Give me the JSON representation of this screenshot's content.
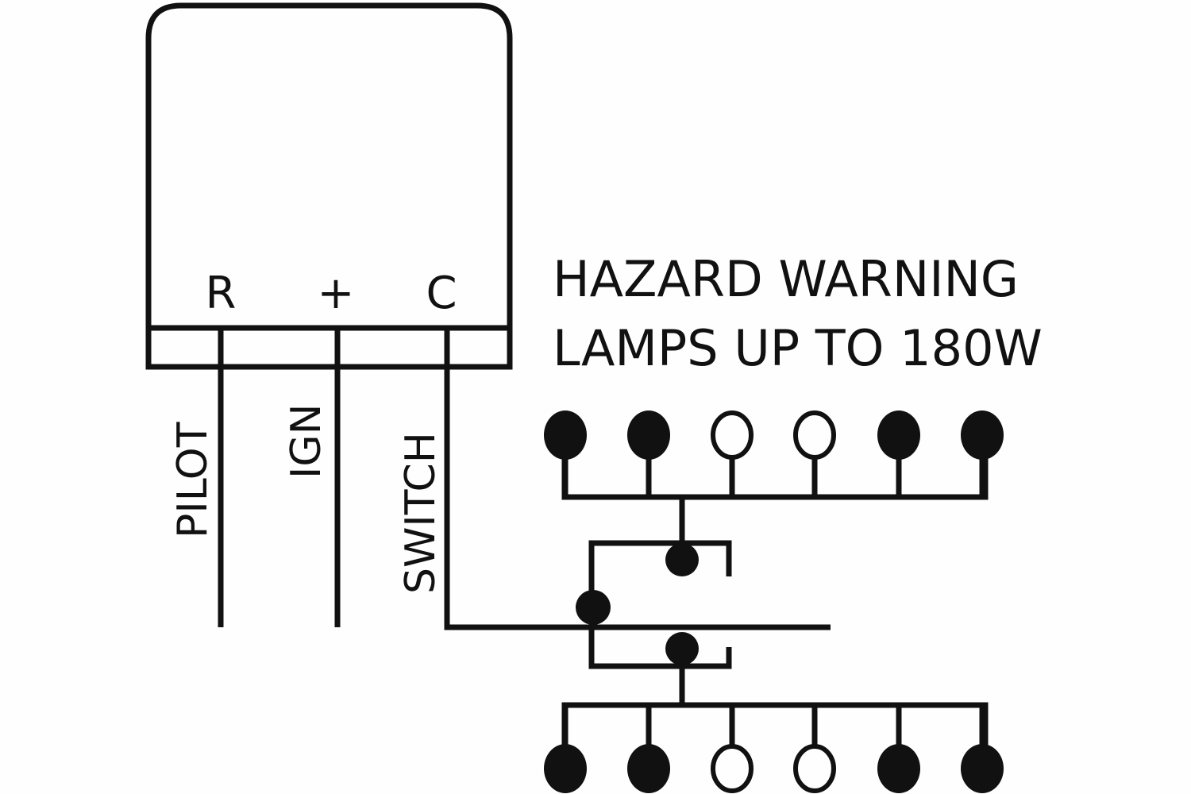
{
  "diagram": {
    "type": "wiring-diagram",
    "subject": "Hazard warning flasher unit",
    "ink_color": "#111111",
    "background_color": "#fefefe",
    "flasher_unit": {
      "terminals": [
        {
          "id": "R",
          "label": "R",
          "wire_label": "PILOT"
        },
        {
          "id": "plus",
          "label": "+",
          "wire_label": "IGN"
        },
        {
          "id": "C",
          "label": "C",
          "wire_label": "SWITCH"
        }
      ]
    },
    "title_lines": [
      "HAZARD WARNING",
      "LAMPS UP TO 180W"
    ],
    "lamp_banks": [
      {
        "name": "upper",
        "lamps": [
          "filled",
          "filled",
          "open",
          "open",
          "filled",
          "filled"
        ]
      },
      {
        "name": "lower",
        "lamps": [
          "filled",
          "filled",
          "open",
          "open",
          "filled",
          "filled"
        ]
      }
    ],
    "switch": {
      "contacts": [
        "upper-contact",
        "common-contact",
        "lower-contact"
      ]
    }
  }
}
